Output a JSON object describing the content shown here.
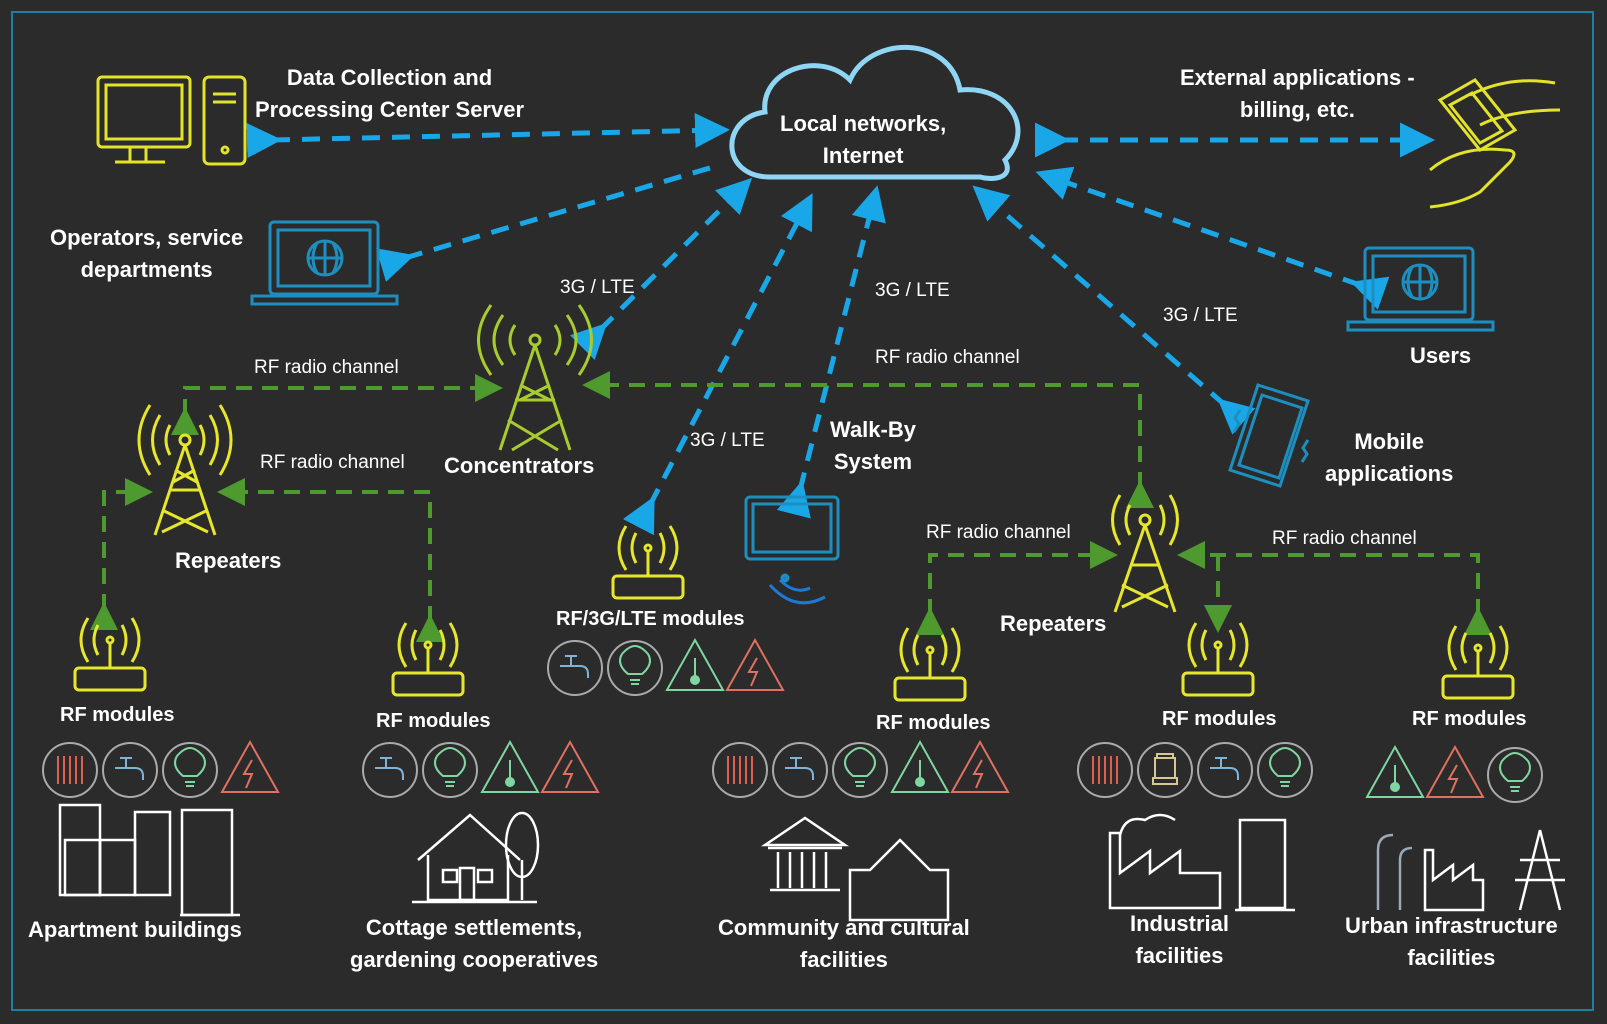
{
  "colors": {
    "background": "#2b2b2b",
    "frame": "#1b7fa6",
    "cellular_link": "#1aa7e8",
    "radio_link": "#4f9a2e",
    "server_icon": "#e3e32a",
    "device_icon": "#1c8fbf",
    "cloud": "#8fd6f5",
    "tower": "#a8cc2e",
    "repeater": "#e6e62c",
    "text": "#ffffff"
  },
  "cloud": {
    "label_line1": "Local networks,",
    "label_line2": "Internet"
  },
  "server": {
    "label_line1": "Data Collection and",
    "label_line2": "Processing Center Server"
  },
  "external_apps": {
    "label_line1": "External applications -",
    "label_line2": "billing, etc."
  },
  "operators": {
    "label_line1": "Operators, service",
    "label_line2": "departments"
  },
  "users": {
    "label": "Users"
  },
  "mobile": {
    "label_line1": "Mobile",
    "label_line2": "applications"
  },
  "concentrators": {
    "label": "Concentrators"
  },
  "walk_by": {
    "label_line1": "Walk-By",
    "label_line2": "System"
  },
  "repeaters_left": {
    "label": "Repeaters"
  },
  "repeaters_right": {
    "label": "Repeaters"
  },
  "link_labels": {
    "lte_concentrator": "3G / LTE",
    "lte_walkby": "3G / LTE",
    "lte_modules": "3G / LTE",
    "lte_mobile": "3G / LTE",
    "rf_top_left": "RF radio channel",
    "rf_mid_left": "RF radio channel",
    "rf_top_right": "RF radio channel",
    "rf_right_a": "RF radio channel",
    "rf_right_b": "RF radio channel"
  },
  "module_groups": [
    {
      "module_label": "RF modules",
      "facility_line1": "Apartment buildings",
      "facility_line2": "",
      "meters": [
        "heating-meter",
        "water-meter",
        "electricity-meter",
        "power-alert"
      ]
    },
    {
      "module_label": "RF modules",
      "facility_line1": "Cottage settlements,",
      "facility_line2": "gardening cooperatives",
      "meters": [
        "water-meter",
        "electricity-meter",
        "temperature-alert",
        "power-alert"
      ]
    },
    {
      "module_label": "RF/3G/LTE modules",
      "facility_line1": "",
      "facility_line2": "",
      "meters": [
        "water-meter",
        "electricity-meter",
        "temperature-alert",
        "power-alert"
      ]
    },
    {
      "module_label": "RF modules",
      "facility_line1": "Community and cultural",
      "facility_line2": "facilities",
      "meters": [
        "heating-meter",
        "water-meter",
        "electricity-meter",
        "temperature-alert",
        "power-alert"
      ]
    },
    {
      "module_label": "RF modules",
      "facility_line1": "Industrial",
      "facility_line2": "facilities",
      "meters": [
        "heating-meter",
        "gas-lamp",
        "water-meter",
        "electricity-meter"
      ]
    },
    {
      "module_label": "RF modules",
      "facility_line1": "Urban infrastructure",
      "facility_line2": "facilities",
      "meters": [
        "temperature-alert",
        "power-alert",
        "electricity-meter"
      ]
    }
  ]
}
